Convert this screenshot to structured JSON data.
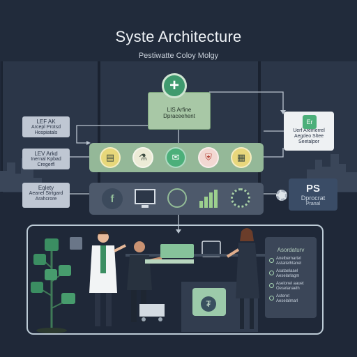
{
  "header": {
    "title": "Syste Architecture",
    "subtitle": "Pestiwatte Coloy Molgy"
  },
  "top_box": {
    "line1": "LIS Arfine",
    "line2": "Dpraceehent",
    "icon": "plus-icon"
  },
  "left_cards": [
    {
      "title": "LEF AK",
      "line1": "Arcepl Protsd",
      "line2": "Hospiatals"
    },
    {
      "title": "LEV Arkd",
      "line1": "Inernal Kpbad",
      "line2": "Cregerfl"
    },
    {
      "title": "Eqlety",
      "line1": "Aeanel Strtgard",
      "line2": "Arahcrore"
    }
  ],
  "right_card": {
    "icon_label": "Er",
    "line1": "Uerf Aremerrel",
    "line2": "Aegdeo Sltee",
    "line3": "Seetalpor"
  },
  "module_row": {
    "icons": [
      "document-icon",
      "lab-icon",
      "chat-icon",
      "shield-icon",
      "folder-icon"
    ]
  },
  "dark_row": {
    "icons": [
      "leaf-icon",
      "monitor-icon",
      "globe-icon",
      "bar-chart-icon",
      "gear-icon"
    ]
  },
  "ps_box": {
    "title": "PS",
    "line1": "Dprocrat",
    "line2": "Pranal"
  },
  "right_panel": {
    "title": "Asordaturv",
    "items": [
      {
        "line1": "Anelbernartel",
        "line2": "Astaitelhtanel"
      },
      {
        "line1": "Asataelaael",
        "line2": "Aeselarlagm"
      },
      {
        "line1": "Aselonel aauet",
        "line2": "Oeselanaelh"
      },
      {
        "line1": "Asteret",
        "line2": "Aeselalmarl"
      }
    ]
  },
  "colors": {
    "background": "#1f2838",
    "accent_green": "#3f9a6e",
    "module_row": "#94b898",
    "dark_row": "#4d596b",
    "ps_box": "#3a4c66"
  }
}
